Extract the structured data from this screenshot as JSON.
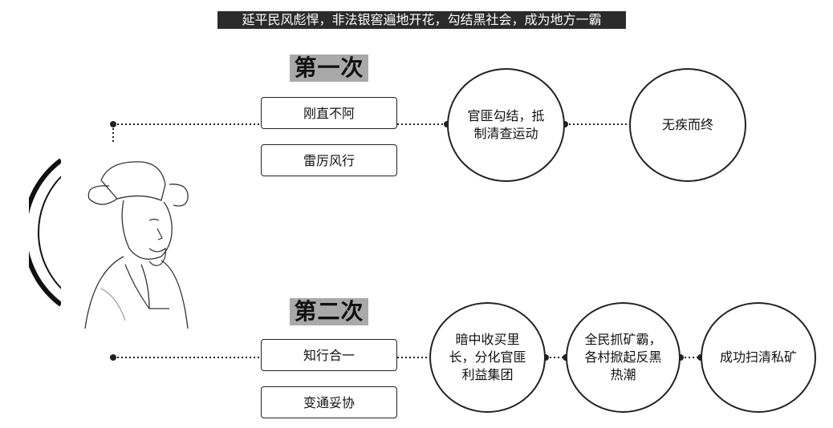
{
  "title": "延平民风彪悍，非法银窖遍地开花，勾结黑社会，成为地方一霸",
  "rounds": [
    {
      "heading": "第一次",
      "boxes": [
        "刚直不阿",
        "雷厉风行"
      ],
      "steps": [
        "官匪勾结，抵制清查运动",
        "无疾而终"
      ]
    },
    {
      "heading": "第二次",
      "boxes": [
        "知行合一",
        "变通妥协"
      ],
      "steps": [
        "暗中收买里长，分化官匪利益集团",
        "全民抓矿霸，各村掀起反黑热潮",
        "成功扫清私矿"
      ]
    }
  ],
  "portrait": {
    "icon": "scholar-portrait-icon"
  }
}
